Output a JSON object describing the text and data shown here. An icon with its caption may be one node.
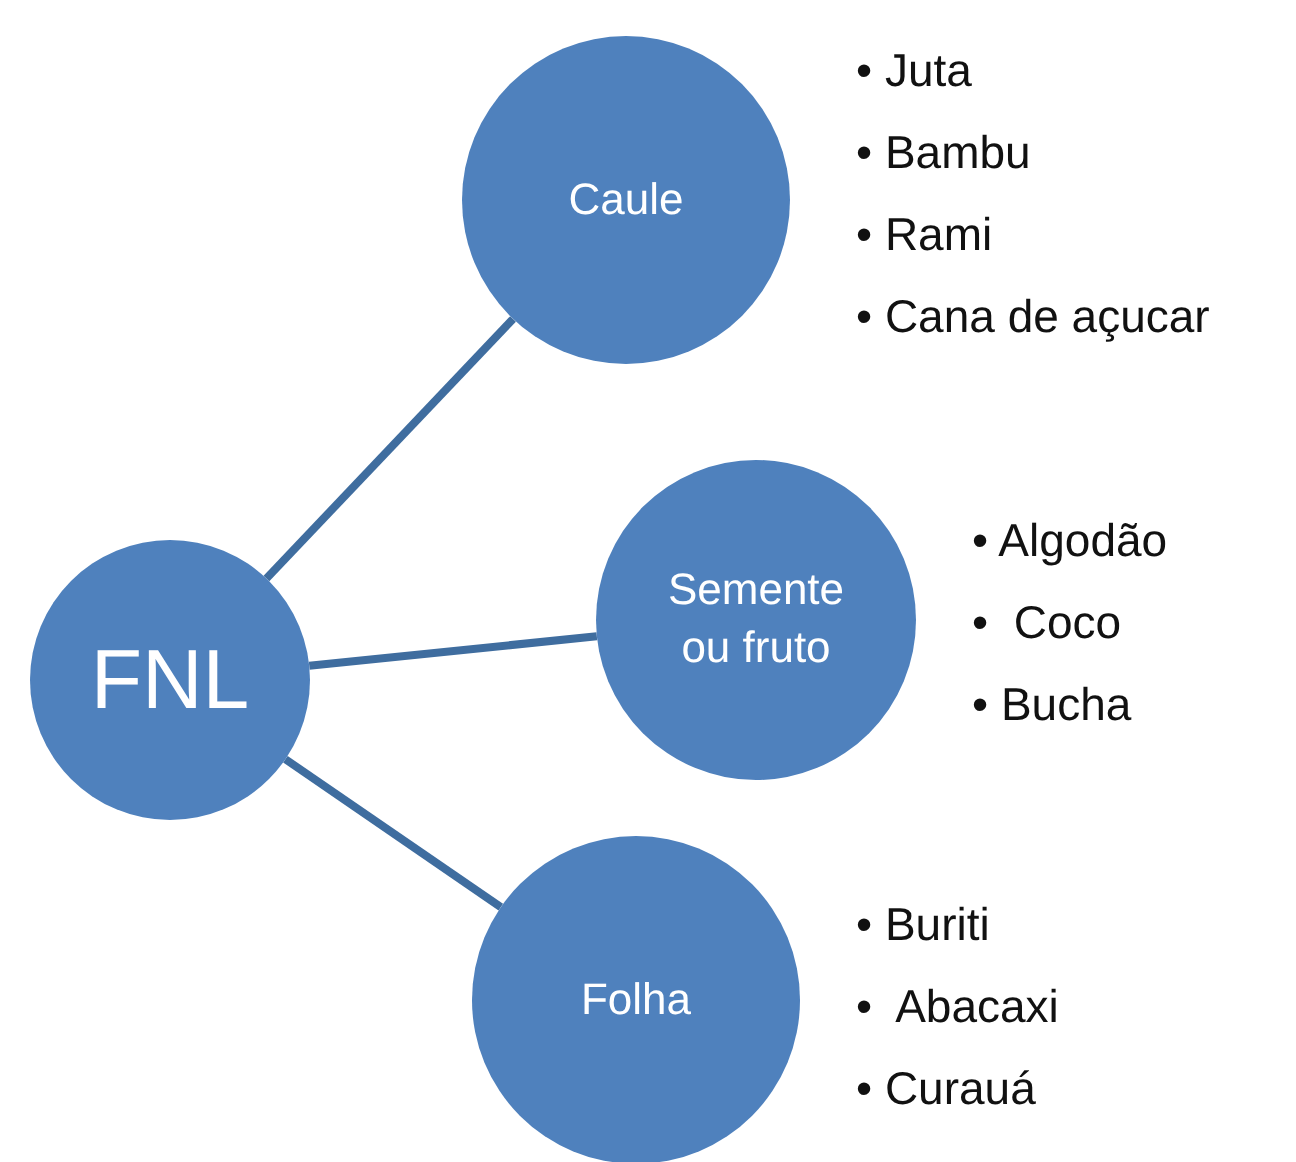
{
  "diagram": {
    "nodes": [
      {
        "text": [
          "FNL"
        ]
      },
      {
        "text": [
          "Caule"
        ],
        "beside": [
          "• Juta",
          "• Bambu",
          "• Rami",
          "• Cana de açucar"
        ]
      },
      {
        "text": [
          "Semente ou fruto"
        ],
        "beside": [
          "• Algodão",
          "•  Coco",
          "• Bucha"
        ]
      },
      {
        "text": [
          "Folha"
        ],
        "beside": [
          "• Buriti",
          "•  Abacaxi",
          "• Curauá"
        ]
      }
    ],
    "edges": [
      {
        "from": 0,
        "to": 1,
        "arrow": "none"
      },
      {
        "from": 0,
        "to": 2,
        "arrow": "none"
      },
      {
        "from": 0,
        "to": 3,
        "arrow": "none"
      }
    ]
  }
}
